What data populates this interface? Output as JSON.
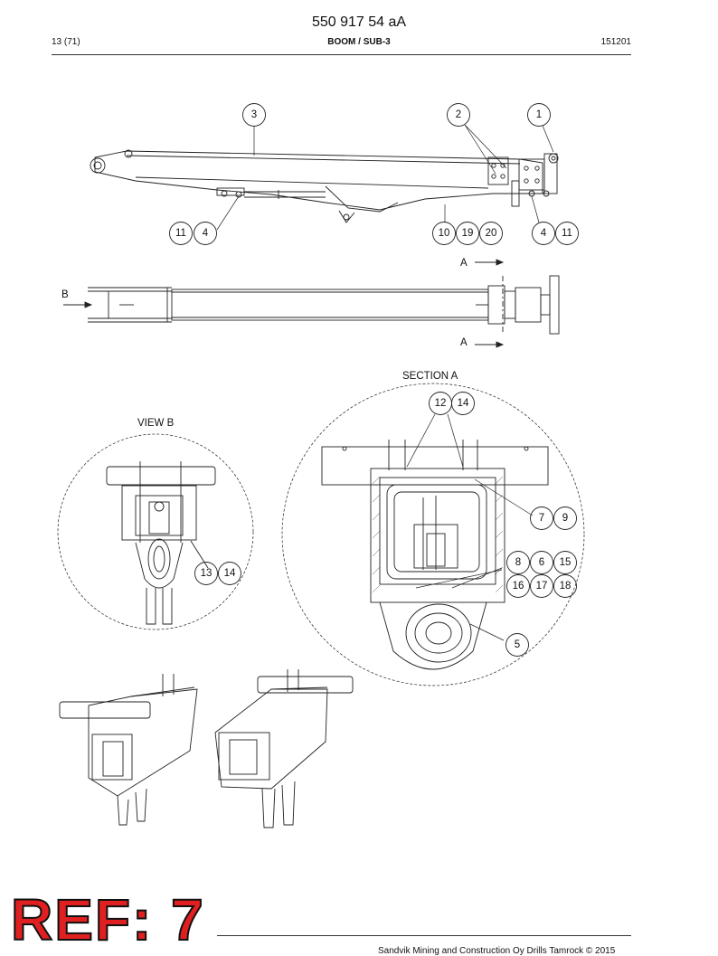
{
  "header": {
    "doc_number": "550 917 54 aA",
    "page": "13 (71)",
    "title": "BOOM / SUB-3",
    "date": "151201"
  },
  "views": {
    "section_label": "SECTION  A",
    "view_label": "VIEW  B",
    "section_marker_top": "A",
    "section_marker_bottom": "A",
    "view_marker": "B"
  },
  "balloons": {
    "b3": "3",
    "b2": "2",
    "b1": "1",
    "b11a": "11",
    "b4a": "4",
    "b10": "10",
    "b19": "19",
    "b20": "20",
    "b4b": "4",
    "b11b": "11",
    "b12": "12",
    "b14a": "14",
    "b7": "7",
    "b9": "9",
    "b8": "8",
    "b6": "6",
    "b15": "15",
    "b16": "16",
    "b17": "17",
    "b18": "18",
    "b5": "5",
    "b13": "13",
    "b14b": "14"
  },
  "stamp": {
    "text": "REF: 7",
    "color": "#e02020"
  },
  "footer": {
    "copyright": "Sandvik Mining and Construction Oy Drills Tamrock © 2015"
  }
}
